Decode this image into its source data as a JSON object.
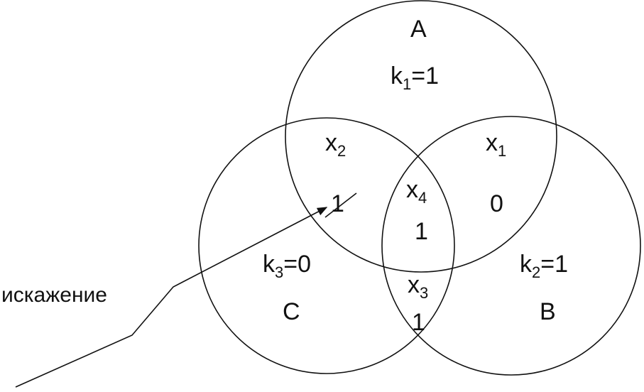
{
  "sets": {
    "A": {
      "name": "A",
      "k_base": "k",
      "k_sub": "1",
      "k_val": "=1"
    },
    "B": {
      "name": "B",
      "k_base": "k",
      "k_sub": "2",
      "k_val": "=1"
    },
    "C": {
      "name": "C",
      "k_base": "k",
      "k_sub": "3",
      "k_val": "=0"
    }
  },
  "regions": {
    "x1": {
      "base": "x",
      "sub": "1",
      "bit": "0"
    },
    "x2": {
      "base": "x",
      "sub": "2",
      "bit": "1"
    },
    "x3": {
      "base": "x",
      "sub": "3",
      "bit": "1"
    },
    "x4": {
      "base": "x",
      "sub": "4",
      "bit": "1"
    }
  },
  "distortion": {
    "label": "искажение"
  }
}
